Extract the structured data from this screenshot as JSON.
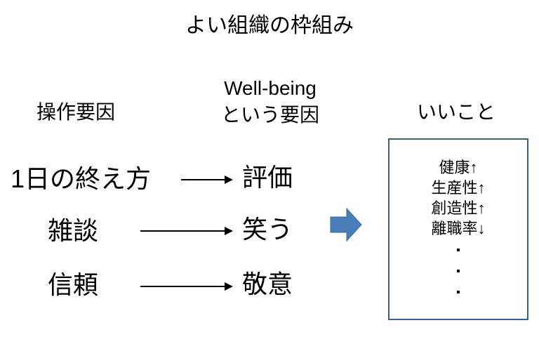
{
  "title": "よい組織の枠組み",
  "headers": {
    "levers": "操作要因",
    "wellbeing_line1": "Well-being",
    "wellbeing_line2": "という要因",
    "good_things": "いいこと"
  },
  "rows": [
    {
      "lever": "1日の終え方",
      "factor": "評価"
    },
    {
      "lever": "雑談",
      "factor": "笑う"
    },
    {
      "lever": "信頼",
      "factor": "敬意"
    }
  ],
  "outcomes": [
    "健康↑",
    "生産性↑",
    "創造性↑",
    "離職率↓"
  ],
  "colors": {
    "arrow": "#4a7ebb",
    "box_border": "#3a5f8f"
  }
}
